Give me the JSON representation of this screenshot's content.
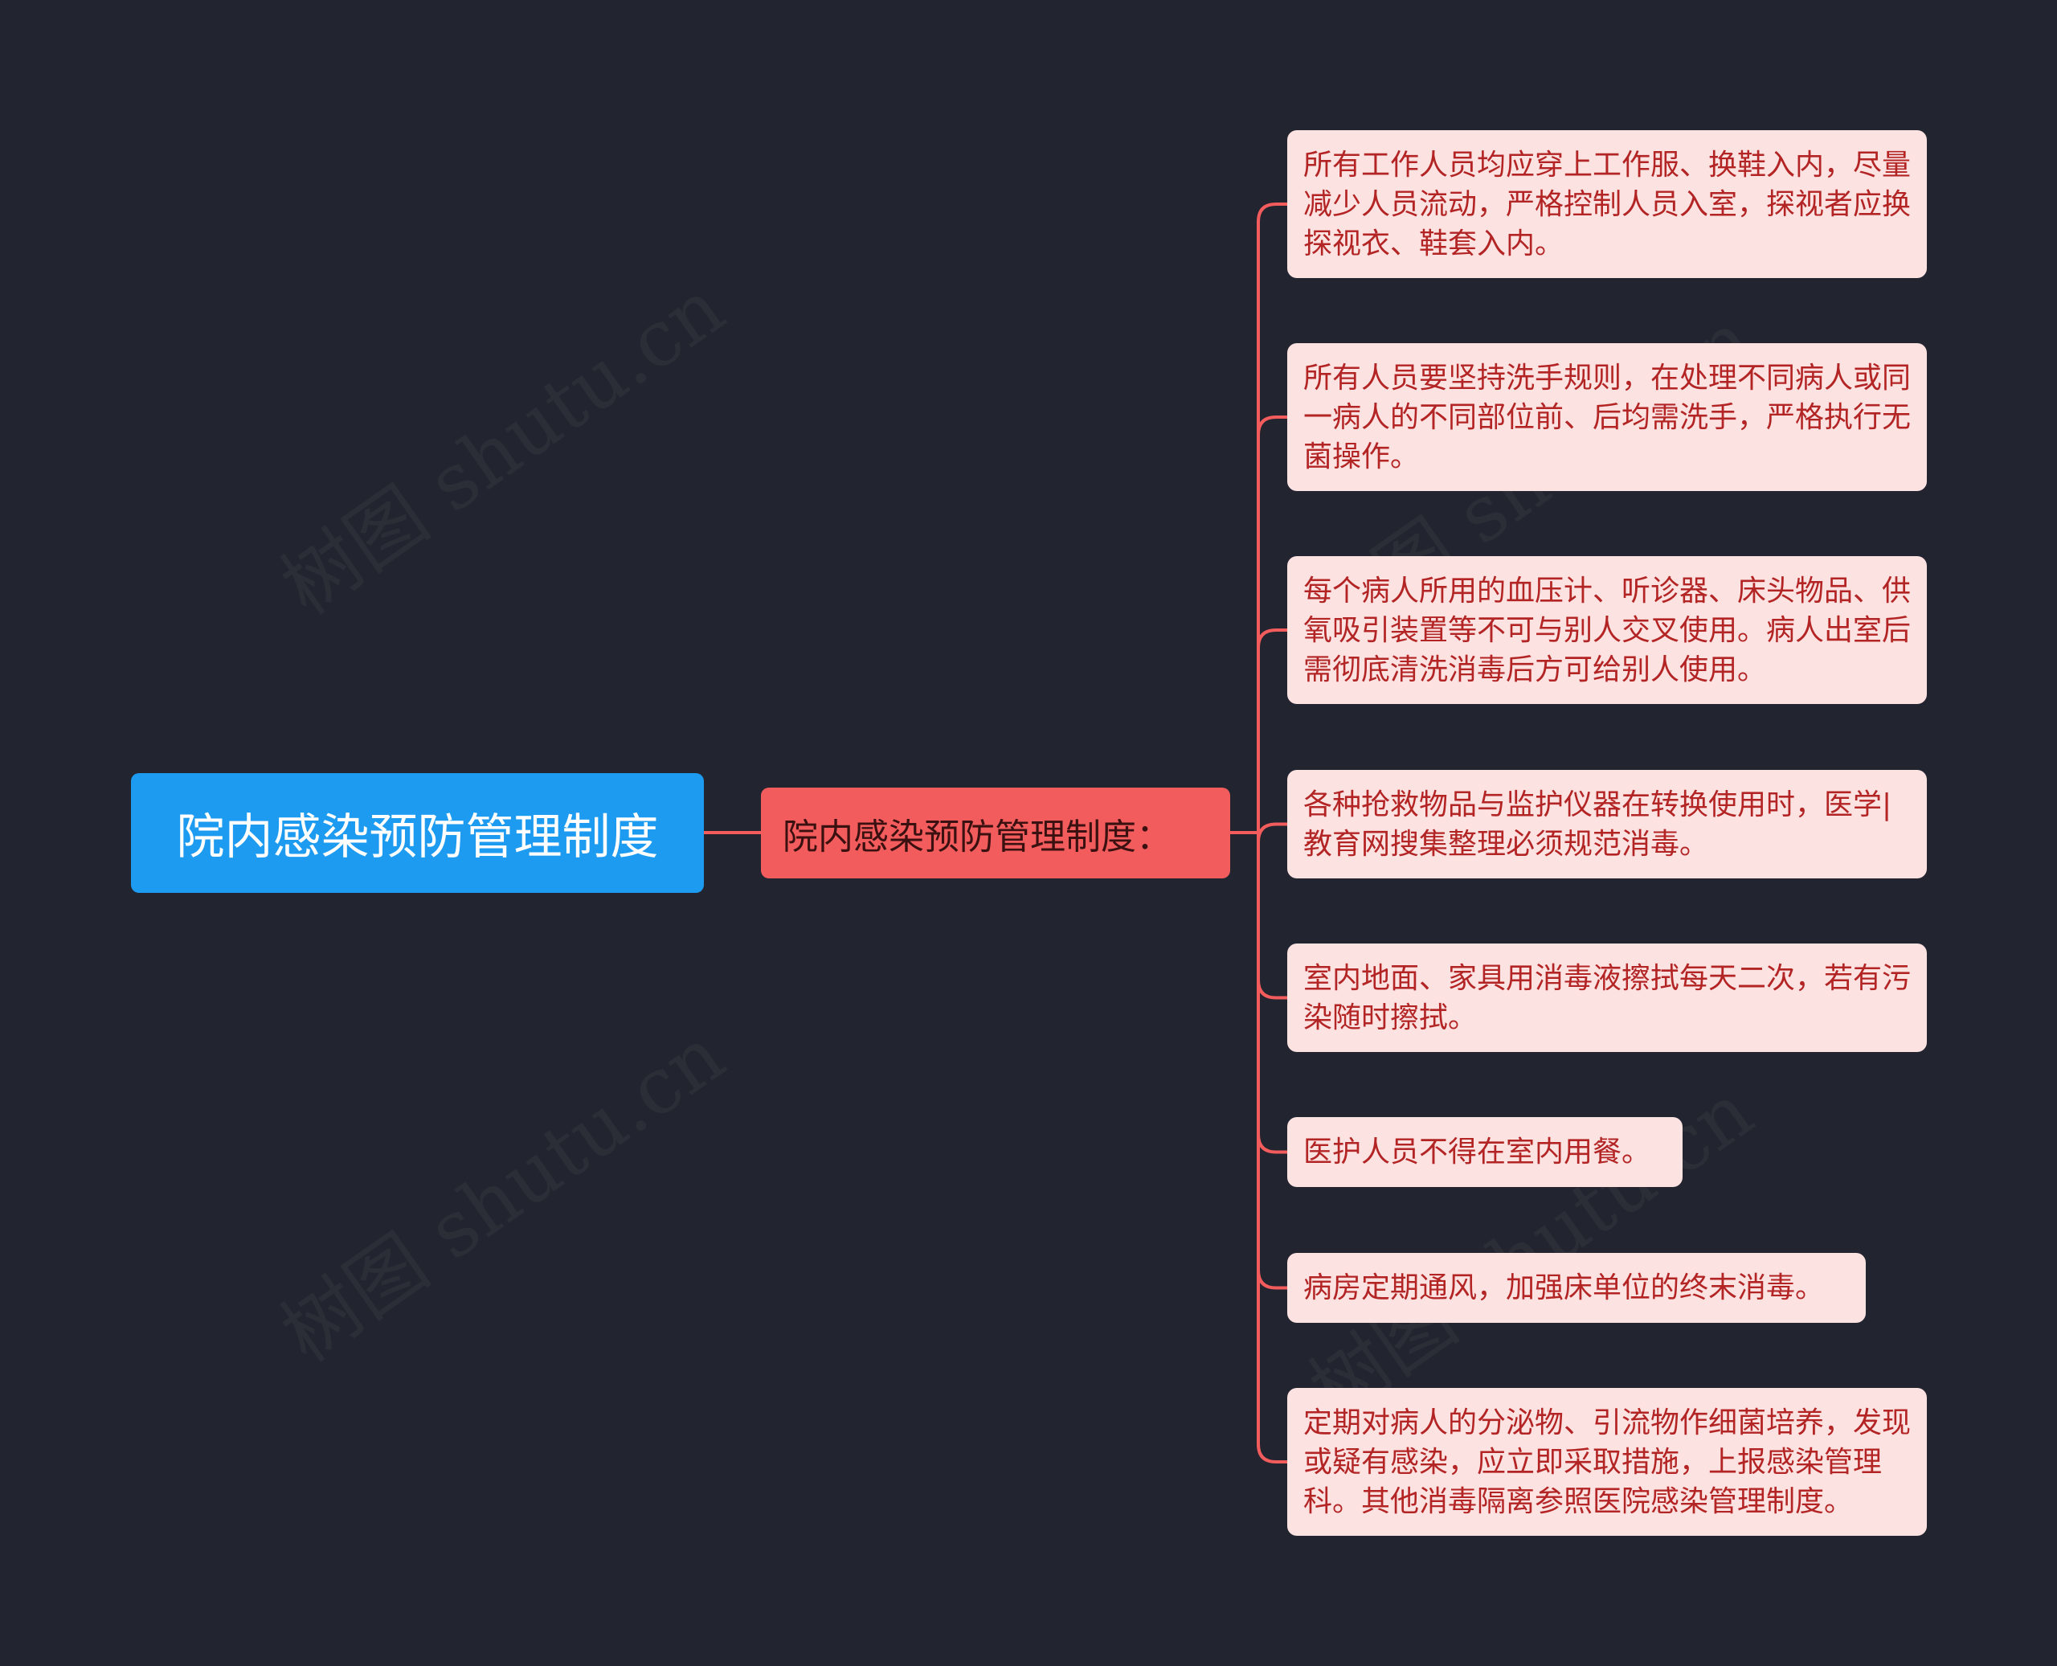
{
  "mindmap": {
    "root": {
      "label": "院内感染预防管理制度"
    },
    "branch": {
      "label": "院内感染预防管理制度："
    },
    "leaves": [
      {
        "text": "所有工作人员均应穿上工作服、换鞋入内，尽量减少人员流动，严格控制人员入室，探视者应换探视衣、鞋套入内。"
      },
      {
        "text": "所有人员要坚持洗手规则，在处理不同病人或同一病人的不同部位前、后均需洗手，严格执行无菌操作。"
      },
      {
        "text": "每个病人所用的血压计、听诊器、床头物品、供氧吸引装置等不可与别人交叉使用。病人出室后需彻底清洗消毒后方可给别人使用。"
      },
      {
        "text": "各种抢救物品与监护仪器在转换使用时，医学|教育网搜集整理必须规范消毒。"
      },
      {
        "text": "室内地面、家具用消毒液擦拭每天二次，若有污染随时擦拭。"
      },
      {
        "text": "医护人员不得在室内用餐。"
      },
      {
        "text": "病房定期通风，加强床单位的终末消毒。"
      },
      {
        "text": "定期对病人的分泌物、引流物作细菌培养，发现或疑有感染，应立即采取措施，上报感染管理科。其他消毒隔离参照医院感染管理制度。"
      }
    ]
  },
  "watermark": "树图 shutu.cn",
  "colors": {
    "background": "#22242f",
    "root_fill": "#1d9bf0",
    "branch_fill": "#f25c5c",
    "leaf_fill": "#fde2e2",
    "leaf_text": "#b32424",
    "connector": "#f25c5c"
  }
}
